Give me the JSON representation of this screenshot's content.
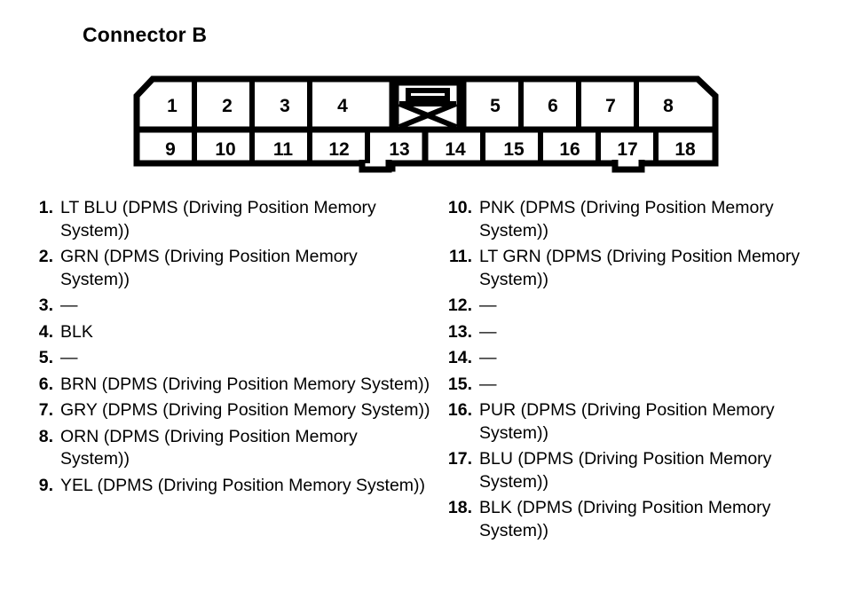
{
  "title": "Connector B",
  "connector": {
    "top_row_left_pins": [
      "1",
      "2",
      "3",
      "4"
    ],
    "top_row_right_pins": [
      "5",
      "6",
      "7",
      "8"
    ],
    "bottom_row_pins": [
      "9",
      "10",
      "11",
      "12",
      "13",
      "14",
      "15",
      "16",
      "17",
      "18"
    ],
    "latch_label": "latch-tab",
    "outline_color": "#000000",
    "fill_color": "#ffffff"
  },
  "pins_left": [
    {
      "index": "1.",
      "desc": "LT BLU (DPMS (Driving Position Memory System))"
    },
    {
      "index": "2.",
      "desc": "GRN (DPMS (Driving Position Memory System))"
    },
    {
      "index": "3.",
      "desc": "—"
    },
    {
      "index": "4.",
      "desc": "BLK"
    },
    {
      "index": "5.",
      "desc": "—"
    },
    {
      "index": "6.",
      "desc": "BRN (DPMS (Driving Position Memory System))"
    },
    {
      "index": "7.",
      "desc": "GRY (DPMS (Driving Position Memory System))"
    },
    {
      "index": "8.",
      "desc": "ORN (DPMS (Driving Position Memory System))"
    },
    {
      "index": "9.",
      "desc": "YEL (DPMS (Driving Position Memory System))"
    }
  ],
  "pins_right": [
    {
      "index": "10.",
      "desc": "PNK (DPMS (Driving Position Memory System))"
    },
    {
      "index": "11.",
      "desc": "LT GRN (DPMS (Driving Position Memory System))"
    },
    {
      "index": "12.",
      "desc": "—"
    },
    {
      "index": "13.",
      "desc": "—"
    },
    {
      "index": "14.",
      "desc": "—"
    },
    {
      "index": "15.",
      "desc": "—"
    },
    {
      "index": "16.",
      "desc": "PUR (DPMS (Driving Position Memory System))"
    },
    {
      "index": "17.",
      "desc": "BLU (DPMS (Driving Position Memory System))"
    },
    {
      "index": "18.",
      "desc": "BLK (DPMS (Driving Position Memory System))"
    }
  ]
}
